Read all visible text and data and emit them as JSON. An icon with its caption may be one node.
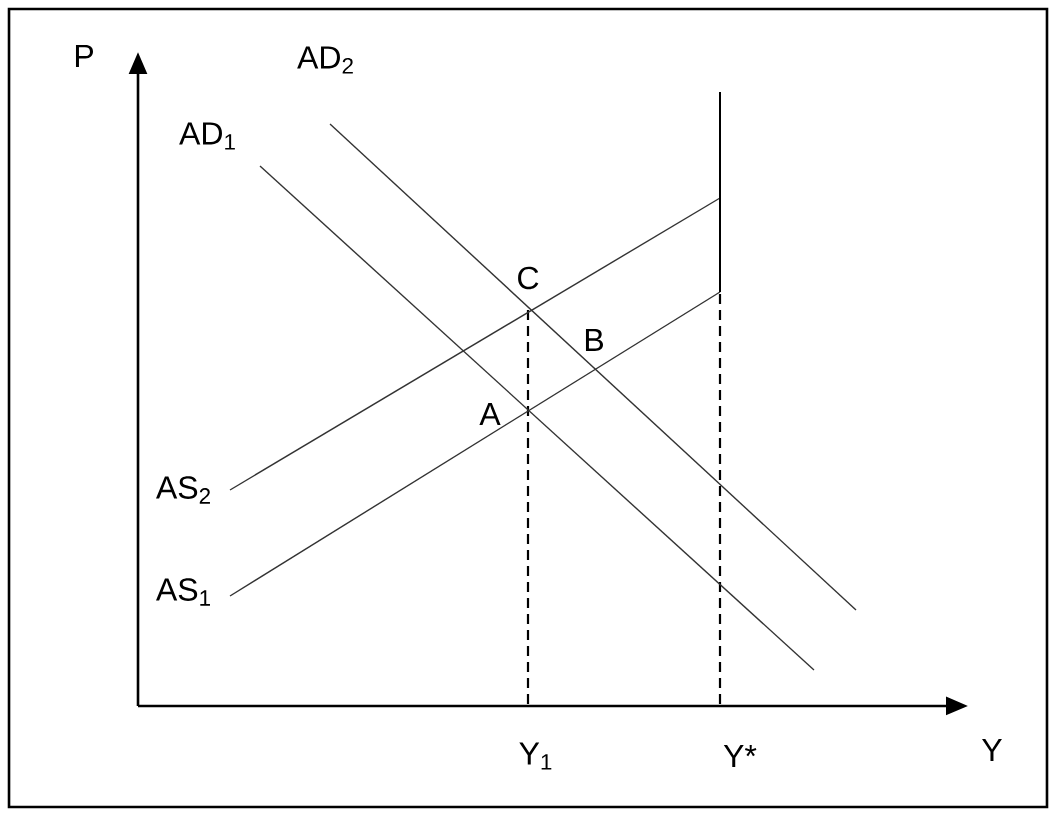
{
  "diagram": {
    "labels": [
      "P",
      "AD$_{2}$",
      "AD$_{1}$",
      "C",
      "B",
      "A",
      "AS$_{2}$",
      "AS$_{1}$",
      "Y$_{1}$",
      "Y*",
      "Y"
    ]
  }
}
